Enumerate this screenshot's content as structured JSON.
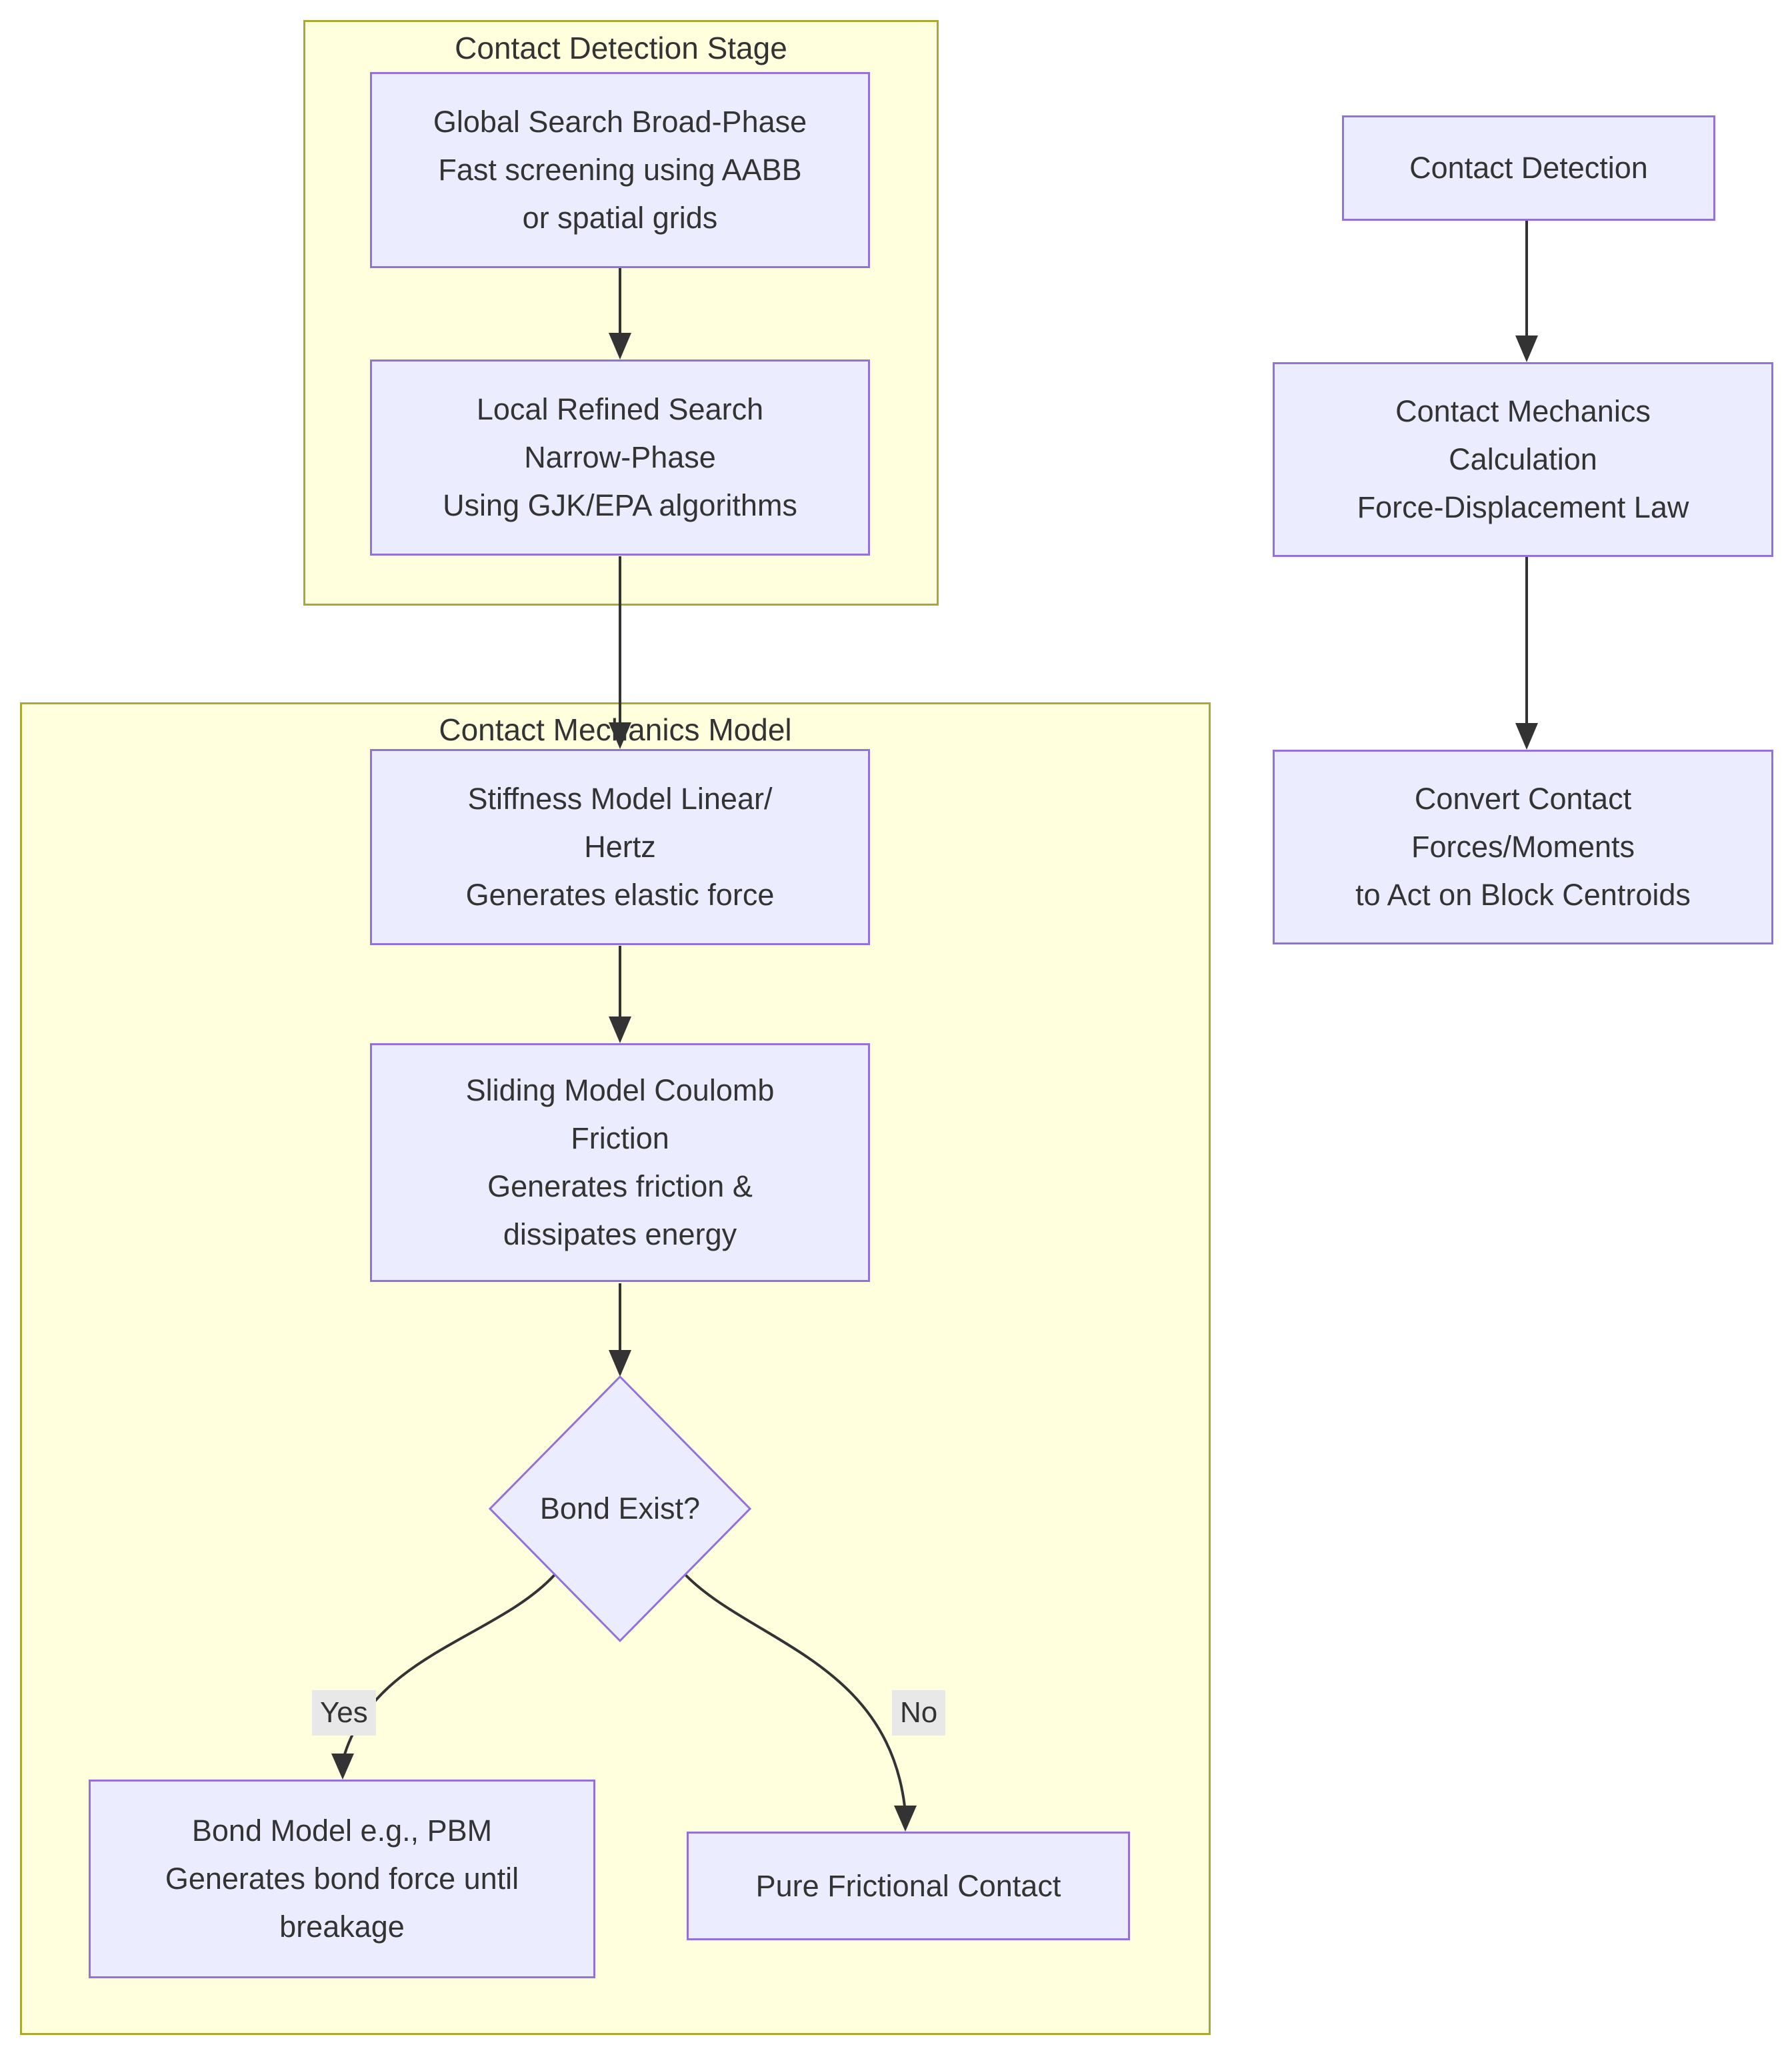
{
  "diagram_type": "flowchart",
  "colors": {
    "background": "#FFFFFF",
    "node_fill": "#ECECFF",
    "node_border": "#9370DB",
    "cluster_fill": "#FFFFDE",
    "cluster_border": "#AAAA33",
    "edge": "#333333",
    "text": "#333333",
    "edge_label_bg": "#E8E8E8"
  },
  "clusters": {
    "detection": {
      "title": "Contact Detection Stage"
    },
    "mechanics": {
      "title": "Contact Mechanics Model"
    }
  },
  "nodes": {
    "global_search": {
      "lines": [
        "Global Search Broad-Phase",
        "Fast screening using AABB",
        "or spatial grids"
      ]
    },
    "local_refined": {
      "lines": [
        "Local Refined Search",
        "Narrow-Phase",
        "Using GJK/EPA algorithms"
      ]
    },
    "stiffness": {
      "lines": [
        "Stiffness Model Linear/",
        "Hertz",
        "Generates elastic force"
      ]
    },
    "sliding": {
      "lines": [
        "Sliding Model Coulomb",
        "Friction",
        "Generates friction &",
        "dissipates energy"
      ]
    },
    "bond_exist": {
      "lines": [
        "Bond Exist?"
      ]
    },
    "bond_model": {
      "lines": [
        "Bond Model e.g., PBM",
        "Generates bond force until",
        "breakage"
      ]
    },
    "pure_frictional": {
      "lines": [
        "Pure Frictional Contact"
      ]
    },
    "contact_detection": {
      "lines": [
        "Contact Detection"
      ]
    },
    "contact_mechanics_calc": {
      "lines": [
        "Contact Mechanics",
        "Calculation",
        "Force-Displacement Law"
      ]
    },
    "convert_contact": {
      "lines": [
        "Convert Contact",
        "Forces/Moments",
        "to Act on Block Centroids"
      ]
    }
  },
  "edge_labels": {
    "yes": "Yes",
    "no": "No"
  }
}
